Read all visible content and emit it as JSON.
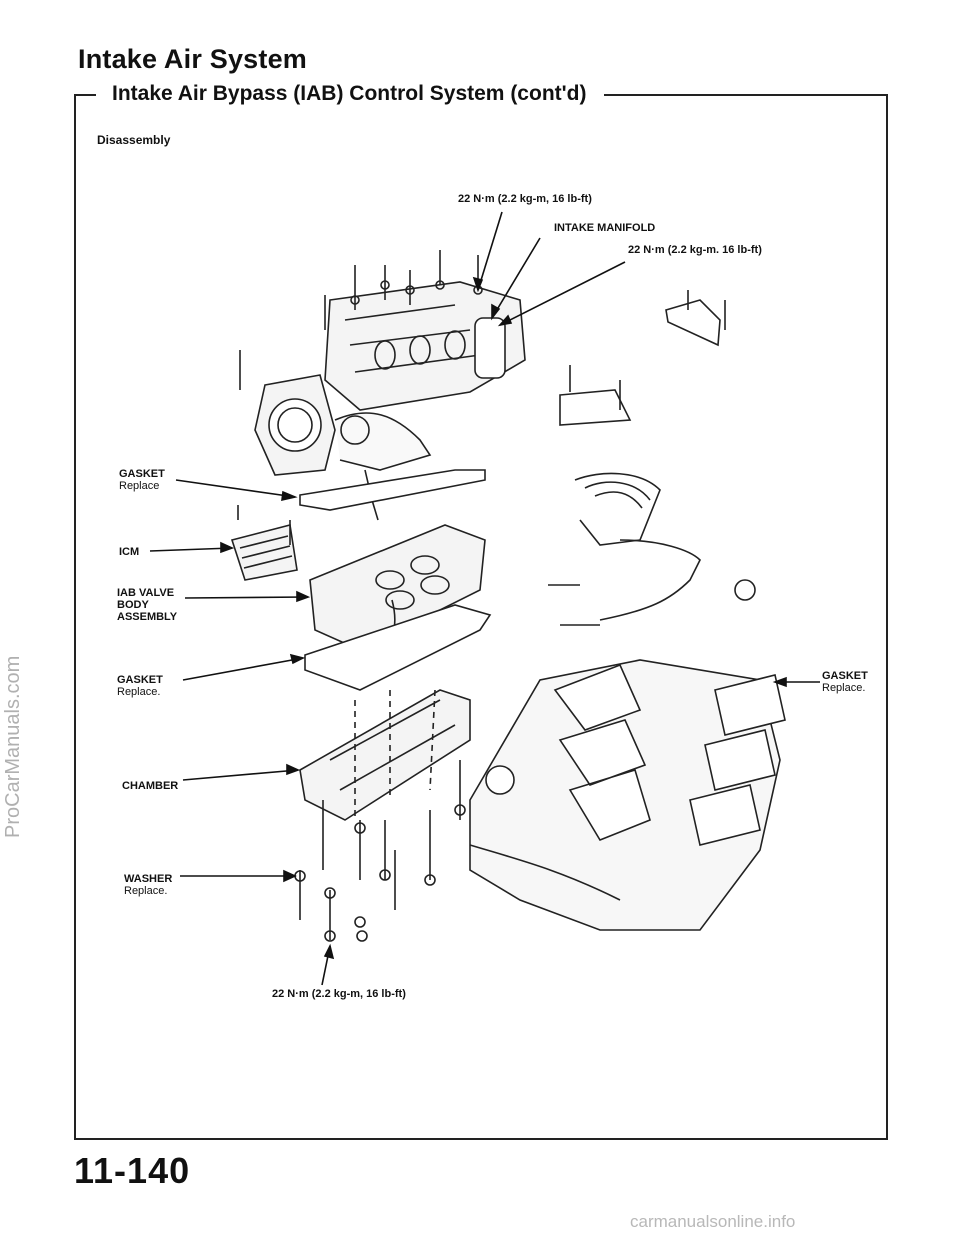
{
  "header": {
    "section_title": "Intake Air System",
    "subtitle": "Intake Air Bypass (IAB) Control System (cont'd)",
    "view_label": "Disassembly"
  },
  "labels": {
    "torque_top": "22 N·m (2.2 kg-m, 16 lb-ft)",
    "intake_manifold": "INTAKE MANIFOLD",
    "torque_right": "22 N·m (2.2 kg-m. 16 lb-ft)",
    "gasket_upper": "GASKET",
    "gasket_upper_note": "Replace",
    "icm": "ICM",
    "iab_valve": "IAB VALVE",
    "iab_body": "BODY",
    "iab_assembly": "ASSEMBLY",
    "gasket_middle": "GASKET",
    "gasket_middle_note": "Replace.",
    "gasket_right": "GASKET",
    "gasket_right_note": "Replace.",
    "chamber": "CHAMBER",
    "washer": "WASHER",
    "washer_note": "Replace.",
    "torque_bottom": "22 N·m (2.2 kg-m, 16 lb-ft)"
  },
  "footer": {
    "page_number": "11-140",
    "watermark_side": "ProCarManuals.com",
    "watermark_bottom": "carmanualsonline.info"
  }
}
